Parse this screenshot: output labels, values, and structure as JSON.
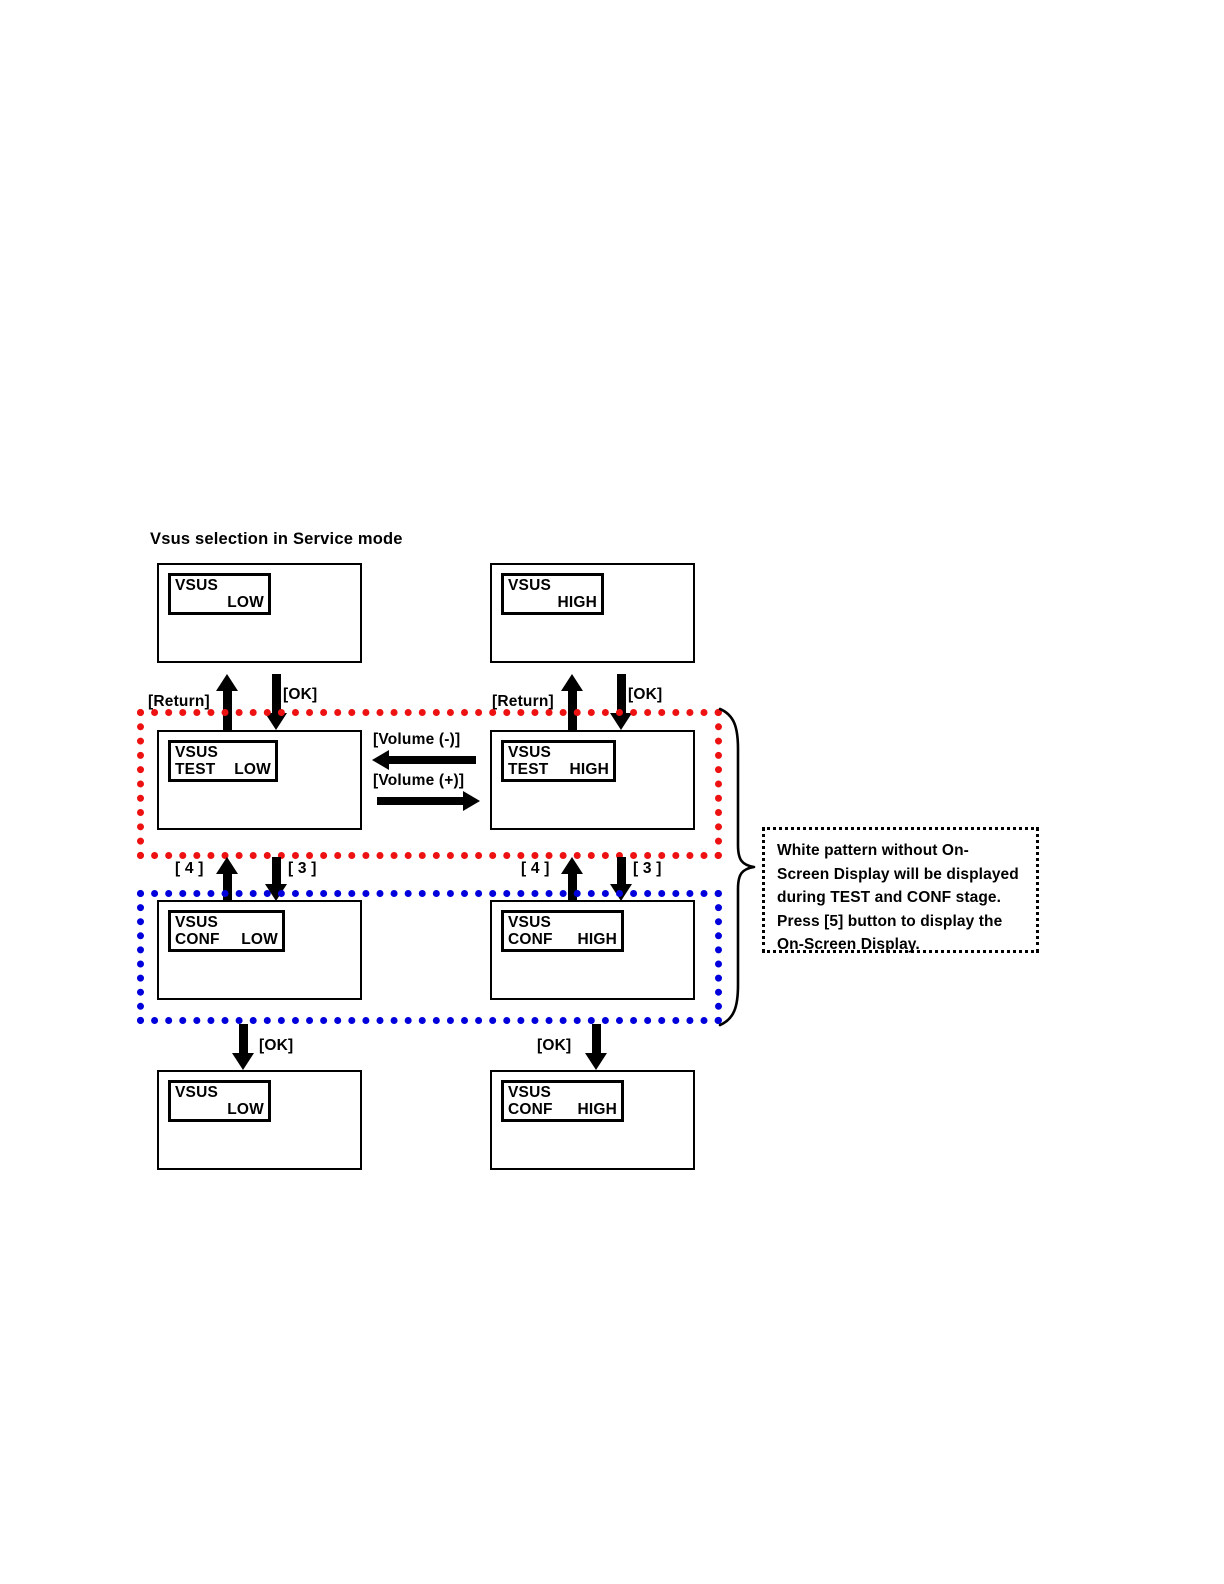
{
  "diagram": {
    "title": "Vsus selection in Service mode",
    "type": "state-transition-flow"
  },
  "screens": [
    {
      "id": "top-low",
      "row": "top",
      "column": "left",
      "osd_line1": "VSUS",
      "osd_line2_left": "",
      "osd_line2_right": "LOW",
      "layout": "stacked"
    },
    {
      "id": "top-high",
      "row": "top",
      "column": "right",
      "osd_line1": "VSUS",
      "osd_line2_left": "",
      "osd_line2_right": "HIGH",
      "layout": "stacked"
    },
    {
      "id": "test-low",
      "row": "test",
      "column": "left",
      "osd_line1": "VSUS",
      "osd_line2_left": "TEST",
      "osd_line2_right": "LOW",
      "layout": "split"
    },
    {
      "id": "test-high",
      "row": "test",
      "column": "right",
      "osd_line1": "VSUS",
      "osd_line2_left": "TEST",
      "osd_line2_right": "HIGH",
      "layout": "split"
    },
    {
      "id": "conf-low",
      "row": "conf",
      "column": "left",
      "osd_line1": "VSUS",
      "osd_line2_left": "CONF",
      "osd_line2_right": "LOW",
      "layout": "split"
    },
    {
      "id": "conf-high",
      "row": "conf",
      "column": "right",
      "osd_line1": "VSUS",
      "osd_line2_left": "CONF",
      "osd_line2_right": "HIGH",
      "layout": "split"
    },
    {
      "id": "bottom-low",
      "row": "bottom",
      "column": "left",
      "osd_line1": "VSUS",
      "osd_line2_left": "",
      "osd_line2_right": "LOW",
      "layout": "stacked"
    },
    {
      "id": "bottom-conf-high",
      "row": "bottom",
      "column": "right",
      "osd_line1": "VSUS",
      "osd_line2_left": "CONF",
      "osd_line2_right": "HIGH",
      "layout": "split"
    }
  ],
  "transitions": {
    "return_left": "[Return]",
    "ok_left": "[OK]",
    "return_right": "[Return]",
    "ok_right": "[OK]",
    "volume_minus": "[Volume (-)]",
    "volume_plus": "[Volume (+)]",
    "key4_left": "[ 4 ]",
    "key3_left": "[ 3 ]",
    "key4_right": "[ 4 ]",
    "key3_right": "[ 3 ]",
    "ok_bottom_left": "[OK]",
    "ok_bottom_right": "[OK]"
  },
  "groups": {
    "test_group_color": "#ee1111",
    "conf_group_color": "#0000dd"
  },
  "note": {
    "line1": "White pattern without On-",
    "line2": "Screen Display will be displayed",
    "line3": "during TEST and CONF stage.",
    "line4": "Press [5] button to display the",
    "line5": "On-Screen Display."
  }
}
